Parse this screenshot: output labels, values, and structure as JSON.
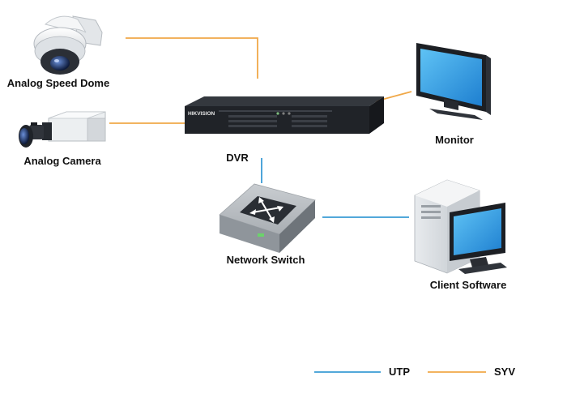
{
  "nodes": {
    "speed_dome": {
      "label": "Analog Speed Dome",
      "icon": "speed-dome-camera-icon"
    },
    "camera": {
      "label": "Analog Camera",
      "icon": "box-camera-icon"
    },
    "dvr": {
      "label": "DVR",
      "brand": "HIKVISION",
      "icon": "dvr-recorder-icon"
    },
    "monitor": {
      "label": "Monitor",
      "icon": "monitor-icon"
    },
    "switch": {
      "label": "Network Switch",
      "icon": "network-switch-icon"
    },
    "client": {
      "label": "Client Software",
      "icon": "desktop-computer-icon"
    }
  },
  "connections": [
    {
      "from": "speed_dome",
      "to": "dvr",
      "cable": "SYV"
    },
    {
      "from": "camera",
      "to": "dvr",
      "cable": "SYV"
    },
    {
      "from": "dvr",
      "to": "monitor",
      "cable": "SYV"
    },
    {
      "from": "dvr",
      "to": "switch",
      "cable": "UTP"
    },
    {
      "from": "switch",
      "to": "client",
      "cable": "UTP"
    }
  ],
  "legend": [
    {
      "label": "UTP",
      "color": "#3a9bd5"
    },
    {
      "label": "SYV",
      "color": "#f0a848"
    }
  ],
  "colors": {
    "utp": "#3a9bd5",
    "syv": "#f0a848"
  }
}
